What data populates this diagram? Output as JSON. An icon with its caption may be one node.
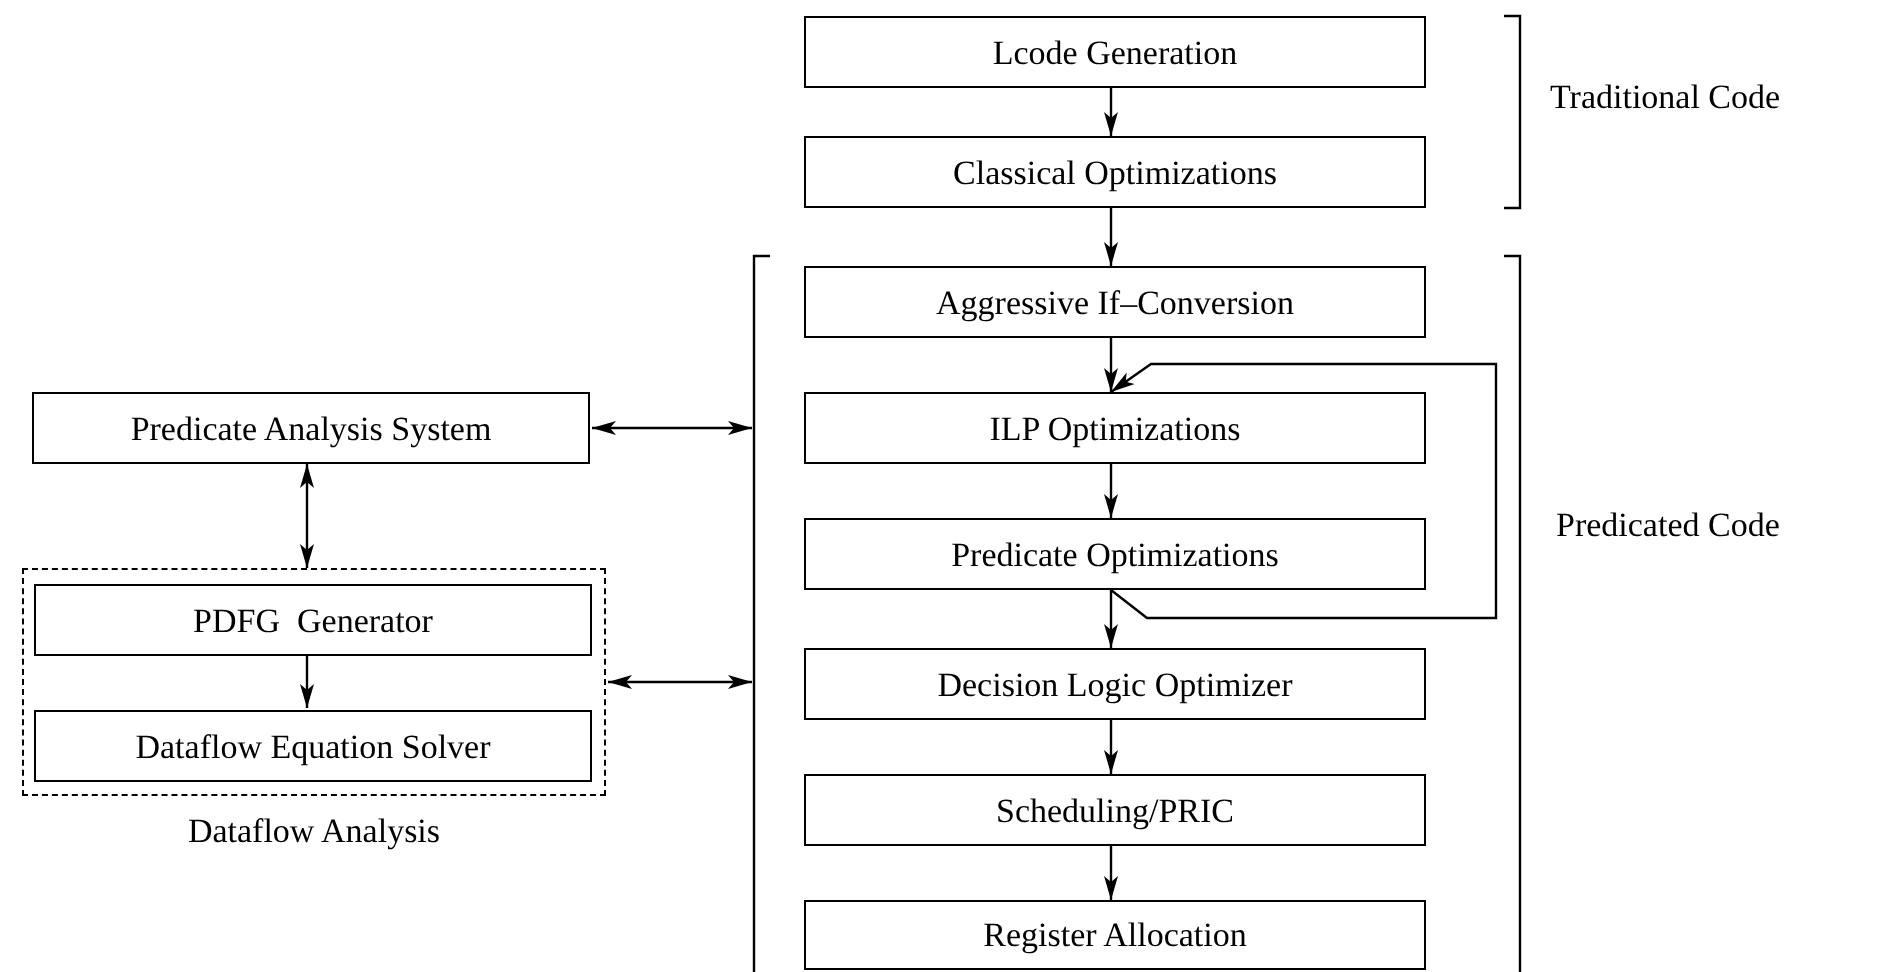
{
  "diagram": {
    "nodes": [
      {
        "text": [
          "Lcode Generation"
        ]
      },
      {
        "text": [
          "Classical Optimizations"
        ]
      },
      {
        "text": [
          "Aggressive If–Conversion"
        ]
      },
      {
        "text": [
          "ILP Optimizations"
        ]
      },
      {
        "text": [
          "Predicate Optimizations"
        ]
      },
      {
        "text": [
          "Decision Logic Optimizer"
        ]
      },
      {
        "text": [
          "Scheduling/PRIC"
        ]
      },
      {
        "text": [
          "Register Allocation"
        ]
      },
      {
        "text": [
          "Predicate Analysis System"
        ]
      },
      {
        "text": [
          "Dataflow Analysis"
        ]
      },
      {
        "text": [
          "PDFG  Generator"
        ],
        "in": 9
      },
      {
        "text": [
          "Dataflow Equation Solver"
        ],
        "in": 9
      }
    ],
    "edges": [
      {
        "from": 0,
        "to": 1,
        "arrow": "to"
      },
      {
        "from": 1,
        "to": 2,
        "arrow": "to"
      },
      {
        "from": 2,
        "to": 3,
        "arrow": "to"
      },
      {
        "from": 3,
        "to": 4,
        "arrow": "to"
      },
      {
        "from": 4,
        "to": 5,
        "arrow": "to"
      },
      {
        "from": 5,
        "to": 6,
        "arrow": "to"
      },
      {
        "from": 6,
        "to": 7,
        "arrow": "to"
      },
      {
        "from": 4,
        "to": 3,
        "arrow": "to"
      },
      {
        "from": 8,
        "to": null,
        "arrow": "both"
      },
      {
        "from": 8,
        "to": 9,
        "arrow": "both"
      },
      {
        "from": 9,
        "to": null,
        "arrow": "both"
      },
      {
        "from": 10,
        "to": 11,
        "arrow": "to"
      }
    ],
    "labels": [
      "Traditional Code",
      "Predicated Code"
    ]
  }
}
